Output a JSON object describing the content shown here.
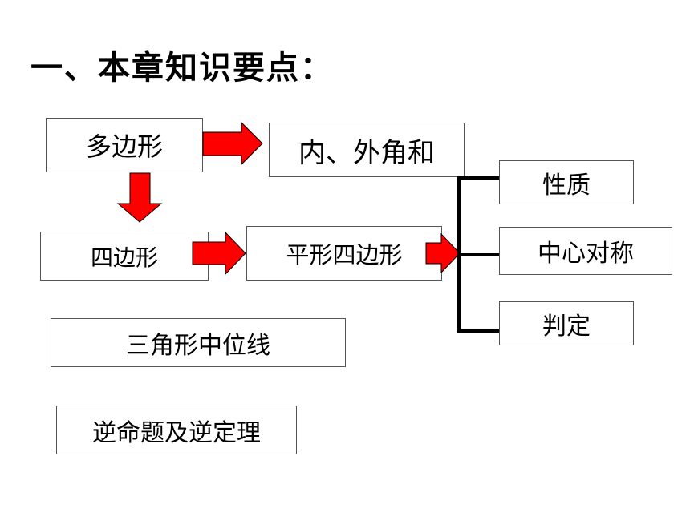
{
  "title": "一、本章知识要点：",
  "boxes": {
    "polygon": "多边形",
    "angle_sum": "内、外角和",
    "quadrilateral": "四边形",
    "parallelogram": "平形四边形",
    "properties": "性质",
    "central_symmetry": "中心对称",
    "criteria": "判定",
    "triangle_midline": "三角形中位线",
    "converse": "逆命题及逆定理"
  },
  "colors": {
    "arrow": "#ff0000",
    "connector": "#000000",
    "box_border": "#555555"
  }
}
